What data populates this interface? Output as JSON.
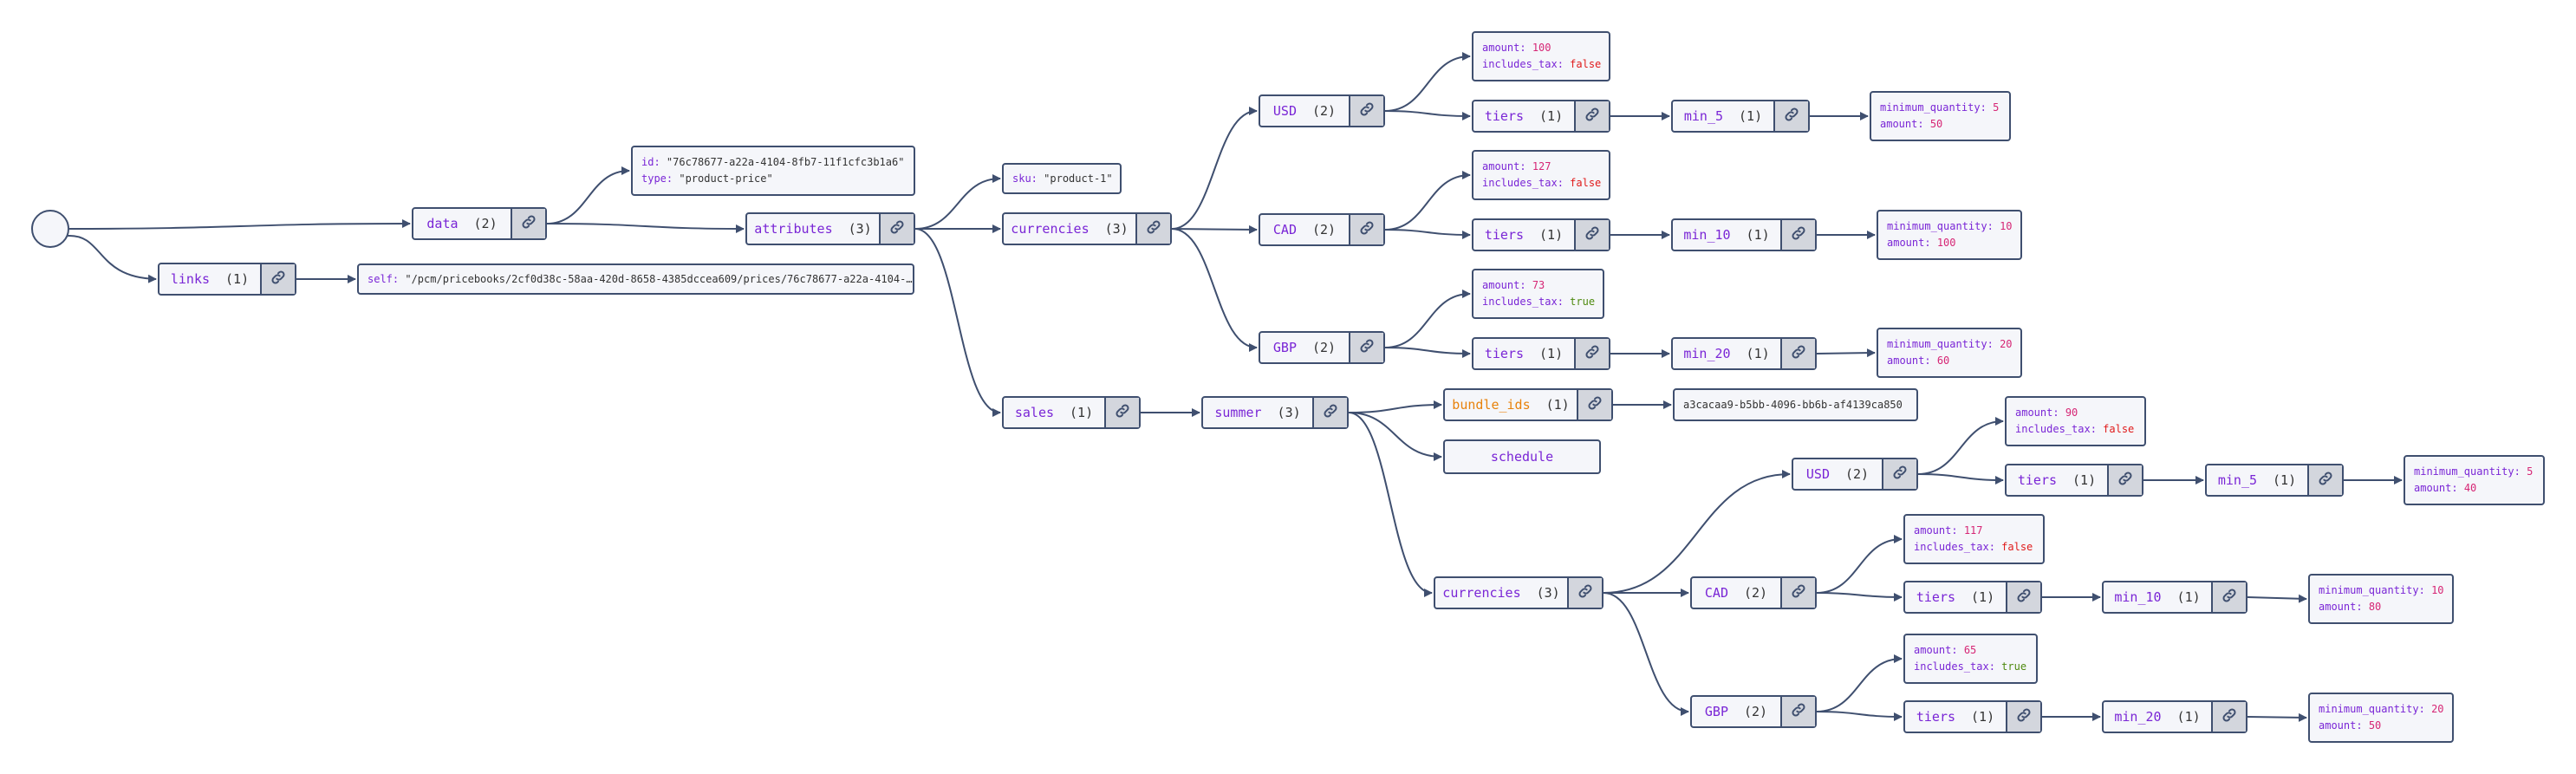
{
  "nodes": {
    "data": {
      "label": "data",
      "count": "(2)"
    },
    "links": {
      "label": "links",
      "count": "(1)"
    },
    "attributes": {
      "label": "attributes",
      "count": "(3)"
    },
    "currencies": {
      "label": "currencies",
      "count": "(3)"
    },
    "sales": {
      "label": "sales",
      "count": "(1)"
    },
    "summer": {
      "label": "summer",
      "count": "(3)"
    },
    "bundle_ids": {
      "label": "bundle_ids",
      "count": "(1)"
    },
    "schedule": {
      "label": "schedule"
    },
    "summer_currencies": {
      "label": "currencies",
      "count": "(3)"
    },
    "usd": {
      "label": "USD",
      "count": "(2)"
    },
    "cad": {
      "label": "CAD",
      "count": "(2)"
    },
    "gbp": {
      "label": "GBP",
      "count": "(2)"
    },
    "usd_tiers": {
      "label": "tiers",
      "count": "(1)"
    },
    "cad_tiers": {
      "label": "tiers",
      "count": "(1)"
    },
    "gbp_tiers": {
      "label": "tiers",
      "count": "(1)"
    },
    "usd_min": {
      "label": "min_5",
      "count": "(1)"
    },
    "cad_min": {
      "label": "min_10",
      "count": "(1)"
    },
    "gbp_min": {
      "label": "min_20",
      "count": "(1)"
    },
    "s_usd": {
      "label": "USD",
      "count": "(2)"
    },
    "s_cad": {
      "label": "CAD",
      "count": "(2)"
    },
    "s_gbp": {
      "label": "GBP",
      "count": "(2)"
    },
    "s_usd_tiers": {
      "label": "tiers",
      "count": "(1)"
    },
    "s_cad_tiers": {
      "label": "tiers",
      "count": "(1)"
    },
    "s_gbp_tiers": {
      "label": "tiers",
      "count": "(1)"
    },
    "s_usd_min": {
      "label": "min_5",
      "count": "(1)"
    },
    "s_cad_min": {
      "label": "min_10",
      "count": "(1)"
    },
    "s_gbp_min": {
      "label": "min_20",
      "count": "(1)"
    }
  },
  "leaves": {
    "data_info": {
      "id_key": "id:",
      "id_val": "\"76c78677-a22a-4104-8fb7-11f1cfc3b1a6\"",
      "type_key": "type:",
      "type_val": "\"product-price\""
    },
    "sku": {
      "key": "sku:",
      "val": "\"product-1\""
    },
    "self": {
      "key": "self:",
      "val": "\"/pcm/pricebooks/2cf0d38c-58aa-420d-8658-4385dccea609/prices/76c78677-a22a-4104-…"
    },
    "bundle_id_value": {
      "val": "a3cacaa9-b5bb-4096-bb6b-af4139ca850"
    },
    "usd_amt": {
      "amount_key": "amount:",
      "amount": "100",
      "tax_key": "includes_tax:",
      "tax": "false"
    },
    "cad_amt": {
      "amount_key": "amount:",
      "amount": "127",
      "tax_key": "includes_tax:",
      "tax": "false"
    },
    "gbp_amt": {
      "amount_key": "amount:",
      "amount": "73",
      "tax_key": "includes_tax:",
      "tax": "true"
    },
    "usd_min_v": {
      "mq_key": "minimum_quantity:",
      "mq": "5",
      "amount_key": "amount:",
      "amount": "50"
    },
    "cad_min_v": {
      "mq_key": "minimum_quantity:",
      "mq": "10",
      "amount_key": "amount:",
      "amount": "100"
    },
    "gbp_min_v": {
      "mq_key": "minimum_quantity:",
      "mq": "20",
      "amount_key": "amount:",
      "amount": "60"
    },
    "s_usd_amt": {
      "amount_key": "amount:",
      "amount": "90",
      "tax_key": "includes_tax:",
      "tax": "false"
    },
    "s_cad_amt": {
      "amount_key": "amount:",
      "amount": "117",
      "tax_key": "includes_tax:",
      "tax": "false"
    },
    "s_gbp_amt": {
      "amount_key": "amount:",
      "amount": "65",
      "tax_key": "includes_tax:",
      "tax": "true"
    },
    "s_usd_min_v": {
      "mq_key": "minimum_quantity:",
      "mq": "5",
      "amount_key": "amount:",
      "amount": "40"
    },
    "s_cad_min_v": {
      "mq_key": "minimum_quantity:",
      "mq": "10",
      "amount_key": "amount:",
      "amount": "80"
    },
    "s_gbp_min_v": {
      "mq_key": "minimum_quantity:",
      "mq": "20",
      "amount_key": "amount:",
      "amount": "50"
    }
  },
  "colors": {
    "edge": "#3f4f6f",
    "label": "#7a26d6",
    "number": "#d62675",
    "false": "#e01b1b",
    "true": "#4f8a10",
    "orange": "#e8820c"
  },
  "icons": {
    "link_button": "link-icon"
  }
}
